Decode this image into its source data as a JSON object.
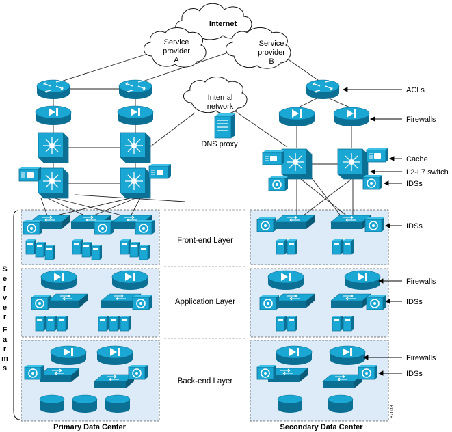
{
  "clouds": {
    "internet": "Internet",
    "sp_a": [
      "Service",
      "provider",
      "A"
    ],
    "sp_b": [
      "Service",
      "provider",
      "B"
    ],
    "internal": [
      "Internal",
      "network"
    ]
  },
  "dns_proxy": "DNS proxy",
  "labels": {
    "acls": "ACLs",
    "firewalls_top": "Firewalls",
    "cache": "Cache",
    "l2l7": "L2-L7 switch",
    "ids_top": "IDSs",
    "ids_front": "IDSs",
    "firewalls_app": "Firewalls",
    "ids_app": "IDSs",
    "firewalls_back": "Firewalls",
    "ids_back": "IDSs"
  },
  "layers": {
    "front": "Front-end Layer",
    "app": "Application Layer",
    "back": "Back-end Layer"
  },
  "server_farms": [
    "S",
    "e",
    "r",
    "v",
    "e",
    "r",
    "F",
    "a",
    "r",
    "m",
    "s"
  ],
  "datacenters": {
    "primary": "Primary Data Center",
    "secondary": "Secondary Data Center"
  },
  "figure_id": "87033",
  "colors": {
    "device": "#1aa7d4",
    "device_dark": "#0c6f94",
    "zone": "#dcebf7"
  }
}
